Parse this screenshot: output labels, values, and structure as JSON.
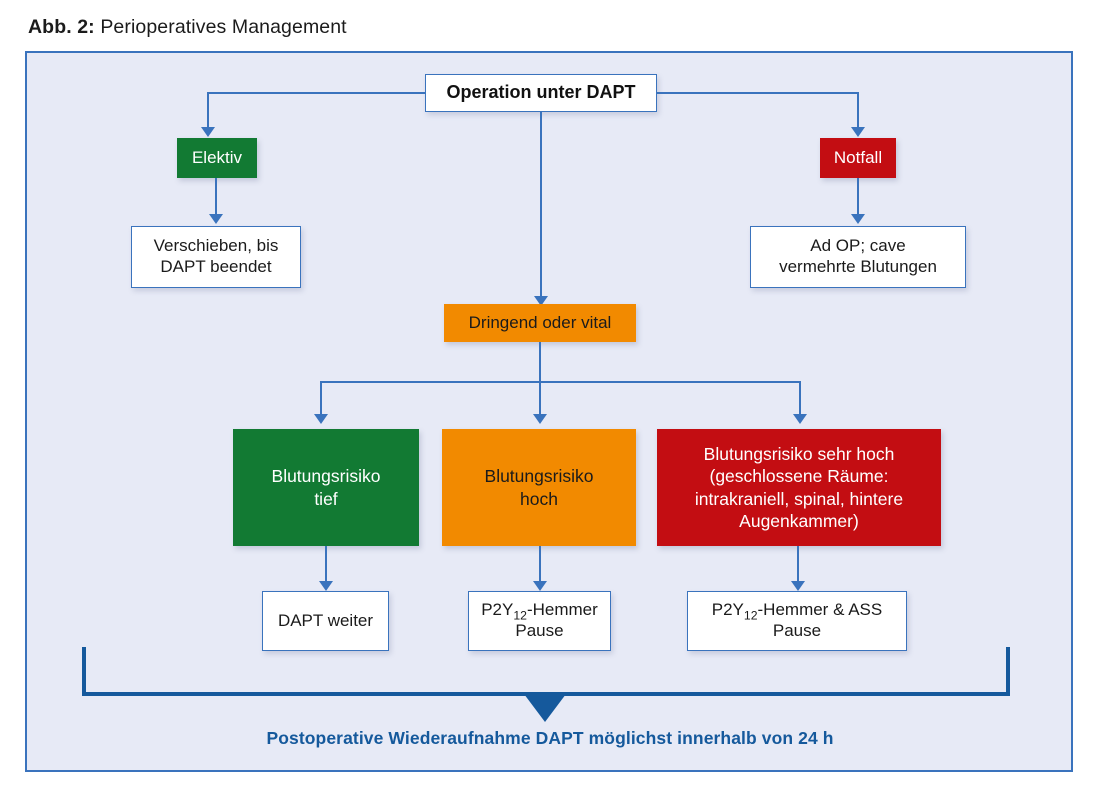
{
  "figure": {
    "label": "Abb. 2:",
    "title": "Perioperatives Management"
  },
  "colors": {
    "panel_bg": "#e7eaf6",
    "panel_border": "#3a73bd",
    "connector": "#3a73bd",
    "green": "#127a33",
    "red": "#c30d12",
    "orange": "#f28a00",
    "accent_blue": "#15599c",
    "box_bg": "#ffffff"
  },
  "flow": {
    "root": "Operation unter DAPT",
    "branches": {
      "elective": {
        "label": "Elektiv",
        "action": "Verschieben, bis\nDAPT beendet"
      },
      "emergency": {
        "label": "Notfall",
        "action": "Ad OP; cave\nvermehrte Blutungen"
      },
      "urgent": {
        "label": "Dringend oder vital"
      }
    },
    "risk_levels": [
      {
        "label": "Blutungsrisiko\ntief",
        "color": "green",
        "outcome": "DAPT weiter"
      },
      {
        "label": "Blutungsrisiko\nhoch",
        "color": "orange",
        "outcome_prefix": "P2Y",
        "outcome_sub": "12",
        "outcome_suffix": "-Hemmer\nPause"
      },
      {
        "label": "Blutungsrisiko sehr hoch\n(geschlossene Räume:\nintrakraniell, spinal, hintere\nAugenkammer)",
        "color": "red",
        "outcome_prefix": "P2Y",
        "outcome_sub": "12",
        "outcome_suffix": "-Hemmer & ASS\nPause"
      }
    ],
    "footer": "Postoperative Wiederaufnahme DAPT möglichst innerhalb von 24 h"
  }
}
